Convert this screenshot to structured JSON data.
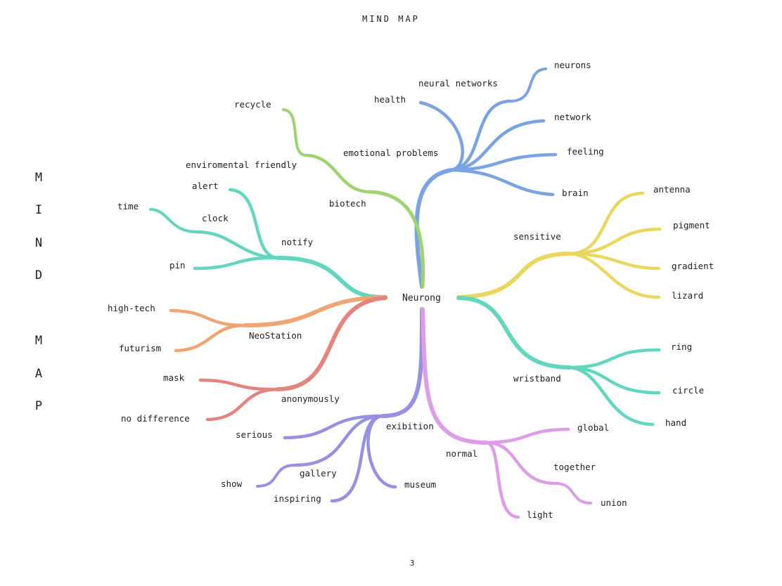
{
  "header": {
    "title": "MIND MAP"
  },
  "side_title": [
    "M",
    "I",
    "N",
    "D",
    "",
    "M",
    "A",
    "P"
  ],
  "footer": {
    "page_number": "3"
  },
  "colors": {
    "blue": "#7aa3e3",
    "green": "#9fd36d",
    "teal": "#62d6bf",
    "orange": "#efa673",
    "red": "#e5847e",
    "purple": "#9890e1",
    "pink": "#dd9de8",
    "yellow": "#e9d760"
  },
  "mindmap": {
    "center": "Neurong",
    "branches": [
      {
        "label": "emotional problems",
        "color": "blue",
        "children": [
          {
            "label": "health"
          },
          {
            "label": "neural networks",
            "children": [
              {
                "label": "neurons"
              }
            ]
          },
          {
            "label": "network"
          },
          {
            "label": "feeling"
          },
          {
            "label": "brain"
          }
        ]
      },
      {
        "label": "biotech",
        "color": "green",
        "children": [
          {
            "label": "enviromental friendly",
            "children": [
              {
                "label": "recycle"
              }
            ]
          }
        ]
      },
      {
        "label": "notify",
        "color": "teal",
        "children": [
          {
            "label": "alert"
          },
          {
            "label": "clock",
            "children": [
              {
                "label": "time"
              }
            ]
          },
          {
            "label": "pin"
          }
        ]
      },
      {
        "label": "NeoStation",
        "color": "orange",
        "children": [
          {
            "label": "high-tech"
          },
          {
            "label": "futurism"
          }
        ]
      },
      {
        "label": "anonymously",
        "color": "red",
        "children": [
          {
            "label": "mask"
          },
          {
            "label": "no difference"
          }
        ]
      },
      {
        "label": "exibition",
        "color": "purple",
        "children": [
          {
            "label": "serious"
          },
          {
            "label": "gallery",
            "children": [
              {
                "label": "show"
              }
            ]
          },
          {
            "label": "inspiring"
          },
          {
            "label": "museum"
          }
        ]
      },
      {
        "label": "normal",
        "color": "pink",
        "children": [
          {
            "label": "global"
          },
          {
            "label": "together",
            "children": [
              {
                "label": "union"
              }
            ]
          },
          {
            "label": "light"
          }
        ]
      },
      {
        "label": "sensitive",
        "color": "yellow",
        "children": [
          {
            "label": "antenna"
          },
          {
            "label": "pigment"
          },
          {
            "label": "gradient"
          },
          {
            "label": "lizard"
          }
        ]
      },
      {
        "label": "wristband",
        "color": "teal",
        "children": [
          {
            "label": "ring"
          },
          {
            "label": "circle"
          },
          {
            "label": "hand"
          }
        ]
      }
    ]
  }
}
